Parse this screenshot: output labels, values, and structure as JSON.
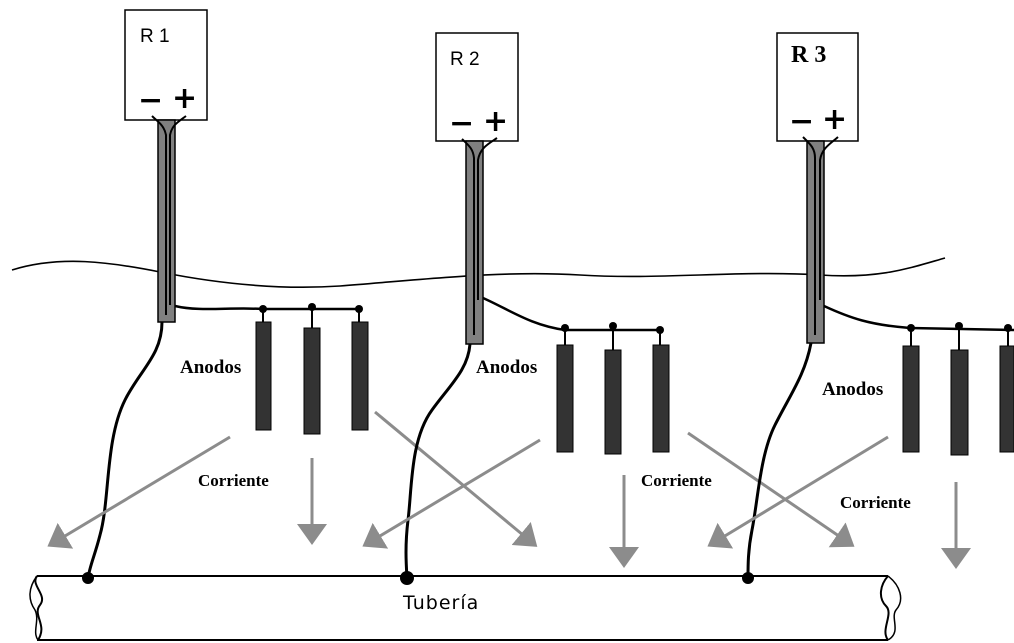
{
  "labels": {
    "rectifier_1": "R 1",
    "rectifier_2": "R 2",
    "rectifier_3": "R 3",
    "minus": "−",
    "plus": "+",
    "anodos": "Anodos",
    "corriente": "Corriente",
    "tuberia": "Tubería"
  },
  "colors": {
    "line": "#000000",
    "cable": "#808080",
    "anode": "#333333",
    "arrow": "#8c8c8c",
    "background": "#ffffff"
  }
}
